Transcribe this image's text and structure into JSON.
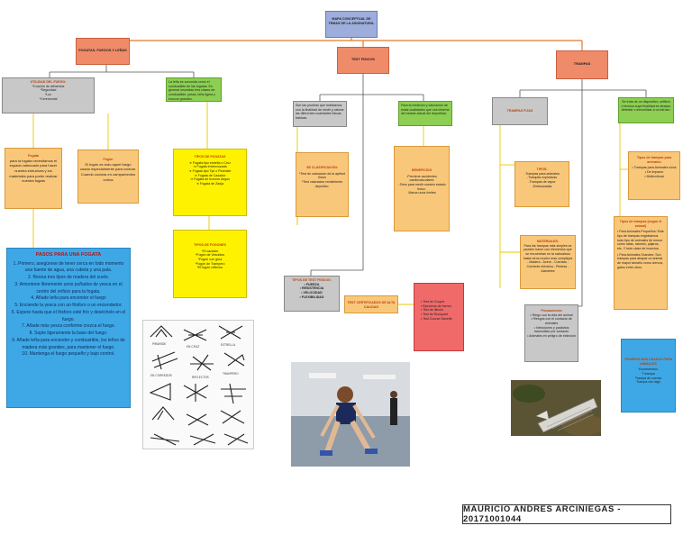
{
  "root": {
    "title": "MAPA CONCEPTUAL DE TEMAS DE LA ASIGNATURA."
  },
  "branch_fogatas": {
    "title": "FOGATAS, FUEGOS Y LEÑAS"
  },
  "branch_test": {
    "title": "TEST FISICOS"
  },
  "branch_trampas": {
    "title": "TRAMPAS"
  },
  "utilidad": {
    "title": "UTILIDAD DEL FUEGO:",
    "items": [
      "*Cocción de alimentos",
      "*Seguridad",
      "*Luz",
      "*Ceremonial"
    ]
  },
  "lena": {
    "text": "La leña es conocida como el combustible de las fogatas. En general necesitas tres clases de combustible: yesca, leña ligera y troncos grandes."
  },
  "fogata": {
    "title": "Fogata",
    "text": "para la fogata necesitamos el espacio adecuado para hacer nuestra estructura y los materiales para poder realizar nuestra fogata"
  },
  "fogon": {
    "title": "Fogón",
    "text": "El fogón es todo aquel fuego usado especialmente para cocinar. Cuando cocinas en campamentos cortos"
  },
  "tipos_fogatas": {
    "title": "TIPOS DE FOGATAS",
    "items": [
      "➔ Fogata tipo estrella o Cruz",
      "➔ Fogata entrecruzada",
      "➔ Fogata tipo Tipi o Piramide",
      "➔ Fogata de Cazador",
      "➔ Fogata de troncos largos",
      "➔ Fogata de Zanja"
    ]
  },
  "tipos_fogones": {
    "title": "TIPOS DE FOGONES",
    "items": [
      "*El cazador",
      "*Fogón de Vesubios",
      "*Fogón con grua",
      "*Fogón de Trampero",
      "*El fogón reflector"
    ]
  },
  "pasos": {
    "title": "PASOS PARA UNA FOGATA",
    "steps": [
      "1. Primero, asegúrese de tener cerca en todo momento una fuente de agua, una cubeta y una pala.",
      "2. Reúna tres tipos de madera del suelo.",
      "3. Amontone libremente unos puñados de yesca en el centro del orificio para la fogata.",
      "4. Añade leña para encender el fuego",
      "5. Enciende la yesca con un fósforo o un encendedor.",
      "6. Espere hasta que el fósforo esté frío y deséchelo en el fuego.",
      "7. Añade más yesca conforme crezca el fuego.",
      "8. Sople ligeramente la base del fuego.",
      "9. Añade leña para encender y combustible, los leños de madera más grandes, para mantener el fuego.",
      "10. Mantenga el fuego pequeño y bajo control."
    ]
  },
  "fogata_sketch": {
    "labels": [
      "PIRAMIDE",
      "EN CRUZ",
      "ESTRELLA",
      "EN CORREDOR",
      "REFLECTOR",
      "TRAMPERO"
    ]
  },
  "test_def": {
    "text": "Son las pruebas que realizamos con la finalidad de medir y valorar las diferentes cualidades físicas básicas."
  },
  "test_medicion": {
    "text": "Para la medición y valoración de estas cualidades que nos informa del estado actual del deportista."
  },
  "clasificacion": {
    "title": "SE CLASIFICAN EN:",
    "items": [
      "*Test de valoracion de la aptitud física",
      "*Test valoracion rendimiento deportivo."
    ]
  },
  "beneficios": {
    "title": "BENEFICIOS",
    "items": [
      "-Previene accidentes cardiovasculares",
      "- Sirve para medir nuestro estado físico.",
      "-Marca unos límites"
    ]
  },
  "tipos_test": {
    "title": "TIPOS DE TEST FISICOS:",
    "items": [
      "• FUERZA",
      "• RESISTENCIA",
      "• VELOCIDAD",
      "• FLEXIBILIDAD"
    ]
  },
  "test_certificados": {
    "text": "TEST CERTIFICADOS DE ALTA CALIDAD"
  },
  "test_list": {
    "items": [
      "• Test de Cooper",
      "• Ejercicios de fuerza",
      "• Test de Illinois",
      "• Test de Ruckyard",
      "• Test Course Navette"
    ]
  },
  "trampas_fijas": {
    "title": "TRAMPAS FIJAS"
  },
  "trampas_def": {
    "text": "Se trata de un dispositivo, artificio o técnica cuya finalidad es atrapar, detectar o inmovilizar a un intruso."
  },
  "tipos_trampas": {
    "title": "TIPOS:",
    "items": [
      "-Trampas para animales",
      "-Trampas explosivas",
      "-Trampas de vapor",
      "-Emboscadas"
    ]
  },
  "materiales": {
    "title": "MATERIALES:",
    "text": "Para las trampas más simples se pueden hacer con elementos que se encuentran en la naturaleza hasta otros mucho mas complejos",
    "items": [
      "- Madera - Acero - Cuerdas - Corriente eléctrica - Piedras - Alambres"
    ]
  },
  "trampas_animales": {
    "title": "Tipos de trampas para animales",
    "items": [
      "• Trampas para Animales vivos",
      "• De impacto",
      "• Multicultural"
    ]
  },
  "trampa_desc": {
    "title": "Tipos de trampas (segun el animal)",
    "items": [
      "• Para Animales Pequeños: Este tipo de trampas englobamos todo tipo de animales de menor como ratas, ratones, pájaros, etc. Y todo clase de insectos.",
      "• Para Animales Grandes: Son trampas para atrapar un animal de mayor tamaño como ciervos, gatos entre otros."
    ]
  },
  "precauciones": {
    "title": "Precauciones",
    "items": [
      "• Riego con la vida del animal",
      "• Riesgos con el contacto de animales",
      "• Infecciones y parásitos transmitido por contacto",
      "• Animales en peligro de extinción"
    ]
  },
  "trampas_blue": {
    "title": "TRAMPAS MAS USADAS PARA ANIMALES",
    "items": [
      "Excrementos",
      "T trampa",
      "Trampa de cuerda",
      "Trampa con lago"
    ]
  },
  "author": {
    "text": "MAURICIO ANDRES ARCINIEGAS  -  20171001044"
  },
  "colors": {
    "orange_box": "#f9c77a",
    "salmon_box": "#f08b6a",
    "gray_box": "#c8c8c8",
    "green_box": "#8ccf52",
    "yellow_box": "#fff200",
    "blue_box": "#3ea8e6",
    "root_box": "#9eaedc",
    "red_box": "#f06a6a",
    "line_orange": "#e08030",
    "line_yellow": "#e6c800"
  }
}
